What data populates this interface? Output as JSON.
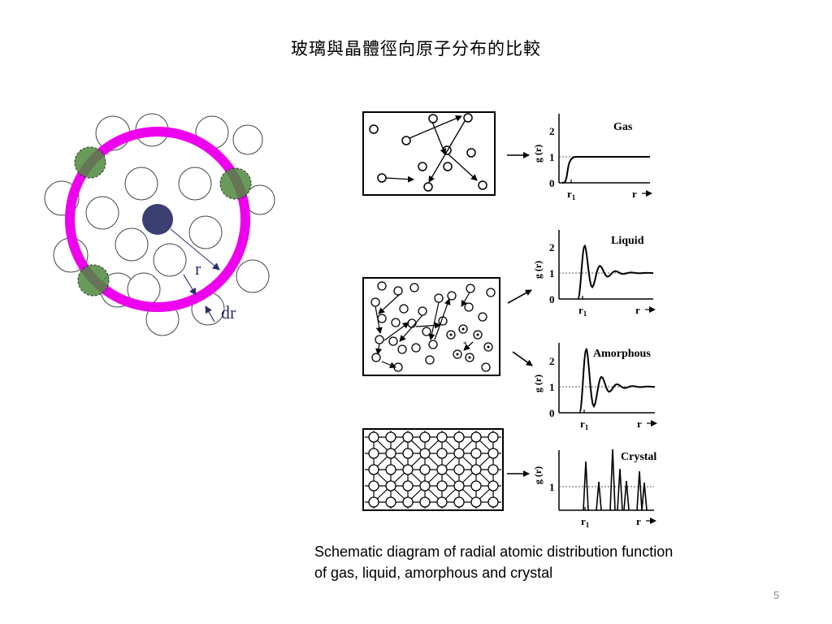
{
  "slide": {
    "title": "玻璃與晶體徑向原子分布的比較",
    "caption_line1": "Schematic diagram of radial atomic distribution function",
    "caption_line2": "of gas, liquid, amorphous and crystal",
    "page_number": "5"
  },
  "shell_diagram": {
    "r_label": "r",
    "dr_label": "dr",
    "colors": {
      "shell": "#ee00ee",
      "center_atom": "#3b3f72",
      "shell_atom": "#4e8a3c"
    }
  },
  "panels": [
    {
      "name": "Gas",
      "ylabel": "g (r)",
      "yticks": [
        "2",
        "1",
        "0"
      ],
      "r1": "r",
      "r1_sub": "1",
      "xlabel": "r"
    },
    {
      "name": "Liquid",
      "ylabel": "g (r)",
      "yticks": [
        "2",
        "1",
        "0"
      ],
      "r1": "r",
      "r1_sub": "1",
      "xlabel": "r"
    },
    {
      "name": "Amorphous",
      "ylabel": "g (r)",
      "yticks": [
        "2",
        "1",
        "0"
      ],
      "r1": "r",
      "r1_sub": "1",
      "xlabel": "r"
    },
    {
      "name": "Crystal",
      "ylabel": "g (r)",
      "yticks": [
        "1"
      ],
      "r1": "r",
      "r1_sub": "1",
      "xlabel": "r"
    }
  ]
}
